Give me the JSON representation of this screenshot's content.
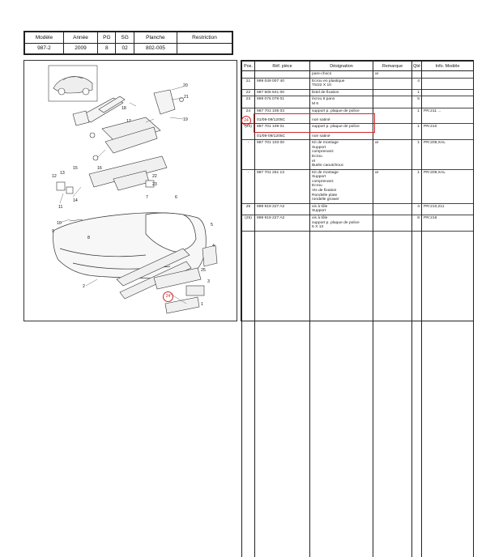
{
  "header": {
    "cols": [
      "Modèle",
      "Année",
      "PG",
      "SG",
      "Planche",
      "Restriction"
    ],
    "values": [
      "987-2",
      "2009",
      "8",
      "02",
      "802-005",
      ""
    ]
  },
  "table": {
    "headers": [
      "Pos.",
      "Réf. pièce",
      "Désignation",
      "Remarque",
      "Qté",
      "Info. Modèle"
    ],
    "rows": [
      {
        "pos": "",
        "ref": "",
        "des": "pare-chocs",
        "rem": "ar",
        "qty": "",
        "info": ""
      },
      {
        "pos": "21",
        "ref": "999 049 007 40",
        "des": "Ecrou en plastique\nT5/22 X 10",
        "rem": "",
        "qty": "4",
        "info": ""
      },
      {
        "pos": "22",
        "ref": "987 505 841 00",
        "des": "listel de fixation",
        "rem": "",
        "qty": "1",
        "info": ""
      },
      {
        "pos": "23",
        "ref": "999 076 078 01",
        "des": "écrou 6 pans\nM 6",
        "rem": "",
        "qty": "5",
        "info": ""
      },
      {
        "pos": "24",
        "ref": "987 701 105 03\n\n01/09-09/1205C",
        "des": "support p. plaque de police\n\nnoir satiné",
        "rem": "",
        "qty": "1",
        "info": "PR:211 ..."
      },
      {
        "pos": "(24)",
        "ref": "987 701 109 01\n\n01/09-09/1205C",
        "des": "support p. plaque de police\n\nnoir satiné",
        "rem": "",
        "qty": "1",
        "info": "PR:210"
      },
      {
        "pos": "-",
        "ref": "987 701 103 00",
        "des": "Kit de montage\nSupport\ncomprenant:\nEcrou\net\nButée caoutchouc",
        "rem": "ar",
        "qty": "1",
        "info": "PR:209,XAL"
      },
      {
        "pos": "-",
        "ref": "987 701 261 13",
        "des": "Kit de montage\nSupport\ncomprenant:\nEcrou\nVis de fixation\nRondelle plate\nrondelle grower",
        "rem": "ar",
        "qty": "1",
        "info": "PR:209,XAL"
      },
      {
        "pos": "25",
        "ref": "999 919 227 A2",
        "des": "vis à tôle\nSupport",
        "rem": "",
        "qty": "4",
        "info": "PR:210,211"
      },
      {
        "pos": "(25)",
        "ref": "999 919 227 A2",
        "des": "vis à tôle\nsupport p. plaque de police\n5 X 13",
        "rem": "",
        "qty": "8",
        "info": "PR:216"
      }
    ]
  },
  "diagram": {
    "callouts": [
      "20",
      "21",
      "18",
      "17",
      "19",
      "22",
      "23",
      "25",
      "15",
      "16",
      "13",
      "12",
      "14",
      "11",
      "10",
      "9",
      "8",
      "7",
      "6",
      "5",
      "4",
      "3",
      "2",
      "1",
      "24"
    ]
  }
}
